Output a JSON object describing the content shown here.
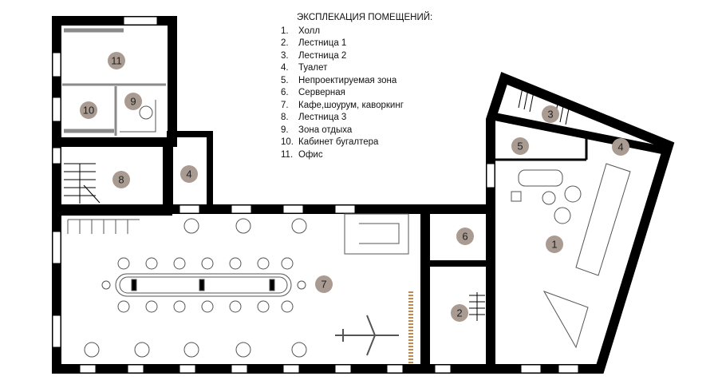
{
  "legend": {
    "title": "ЭКСПЛЕКАЦИЯ ПОМЕЩЕНИЙ:",
    "items": [
      {
        "num": "1.",
        "label": "Холл"
      },
      {
        "num": "2.",
        "label": "Лестница 1"
      },
      {
        "num": "3.",
        "label": "Лестница 2"
      },
      {
        "num": "4.",
        "label": "Туалет"
      },
      {
        "num": "5.",
        "label": "Непроектируемая зона"
      },
      {
        "num": "6.",
        "label": "Серверная"
      },
      {
        "num": "7.",
        "label": "Кафе,шоурум, каворкинг"
      },
      {
        "num": "8.",
        "label": "Лестница 3"
      },
      {
        "num": "9.",
        "label": "Зона отдыха"
      },
      {
        "num": "10.",
        "label": "Кабинет бугалтера"
      },
      {
        "num": "11.",
        "label": "Офис"
      }
    ]
  },
  "room_labels": {
    "r1": "1",
    "r2": "2",
    "r3": "3",
    "r4a": "4",
    "r4b": "4",
    "r5": "5",
    "r6": "6",
    "r7": "7",
    "r8": "8",
    "r9": "9",
    "r10": "10",
    "r11": "11"
  },
  "colors": {
    "wall": "#000000",
    "marker": "#a99b91",
    "furniture": "#555555",
    "partition": "#8a8a8a"
  }
}
